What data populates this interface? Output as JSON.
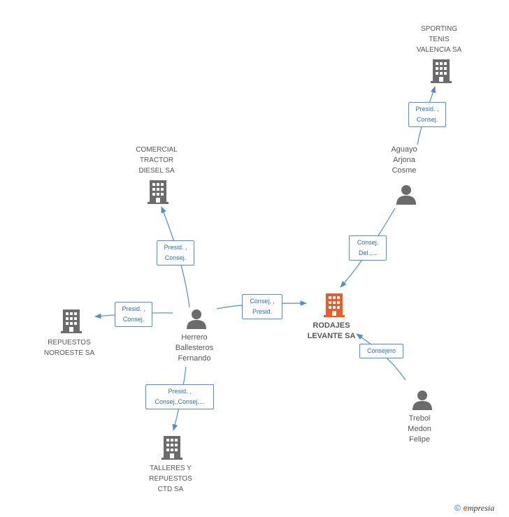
{
  "nodes": {
    "sporting": {
      "label": "SPORTING\nTENIS\nVALENCIA SA",
      "type": "company"
    },
    "comercial": {
      "label": "COMERCIAL\nTRACTOR\nDIESEL SA",
      "type": "company"
    },
    "repuestos_noroeste": {
      "label": "REPUESTOS\nNOROESTE SA",
      "type": "company"
    },
    "rodajes": {
      "label": "RODAJES\nLEVANTE SA",
      "type": "company-focus"
    },
    "talleres": {
      "label": "TALLERES Y\nREPUESTOS\nCTD SA",
      "type": "company"
    },
    "aguayo": {
      "label": "Aguayo\nArjona\nCosme",
      "type": "person"
    },
    "herrero": {
      "label": "Herrero\nBallesteros\nFernando",
      "type": "person"
    },
    "trebol": {
      "label": "Trebol\nMedon\nFelipe",
      "type": "person"
    }
  },
  "edges": {
    "aguayo_sporting": [
      "Presid. ,",
      "Consej."
    ],
    "aguayo_rodajes": [
      "Consej.",
      "Del.,..."
    ],
    "herrero_comercial": [
      "Presid. ,",
      "Consej."
    ],
    "herrero_noroeste": [
      "Presid. ,",
      "Consej."
    ],
    "herrero_rodajes": [
      "Consej. ,",
      "Presid."
    ],
    "herrero_talleres": [
      "Presid. ,",
      "Consej.,Consej...."
    ],
    "trebol_rodajes": [
      "Consejero"
    ]
  },
  "colors": {
    "company": "#6b6b6b",
    "focus": "#f05a28",
    "person": "#6b6b6b",
    "edge": "#4a8fd9"
  },
  "footer": {
    "copyright": "©",
    "brand_e": "e",
    "brand_rest": "mpresia"
  }
}
